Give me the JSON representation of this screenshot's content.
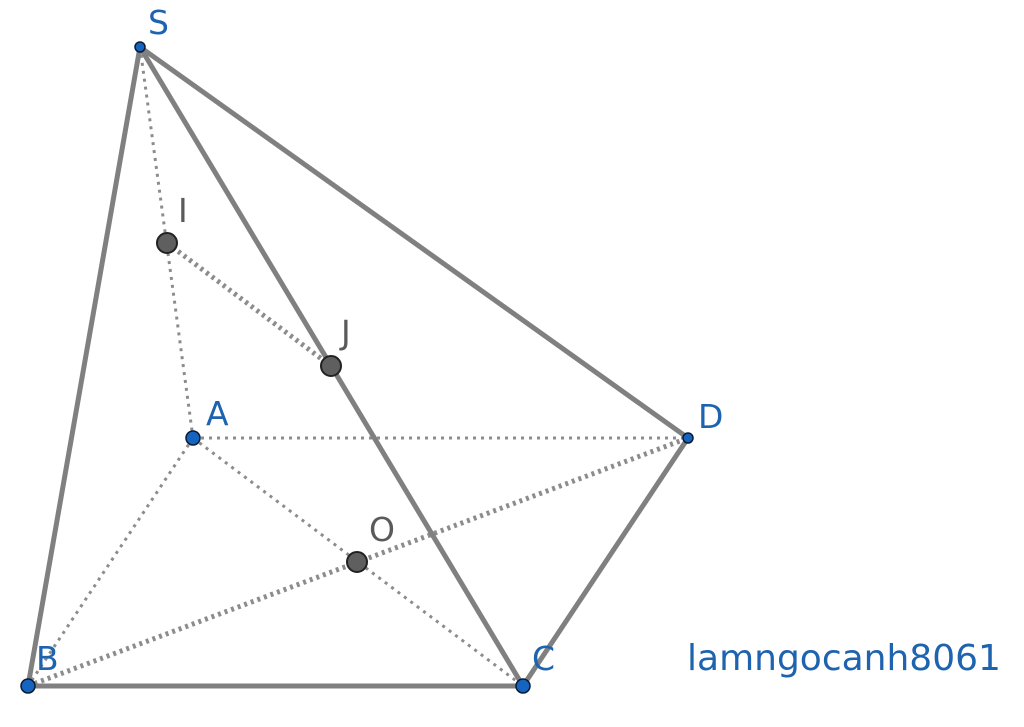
{
  "labels": {
    "S": "S",
    "A": "A",
    "B": "B",
    "C": "C",
    "D": "D",
    "I": "I",
    "J": "J",
    "O": "O"
  },
  "watermark": "lamngocanh8061",
  "colors": {
    "edge": "#808080",
    "vertex": "#1565c0",
    "label_blue": "#1e63b0",
    "midpoint": "#5f5f5f"
  }
}
